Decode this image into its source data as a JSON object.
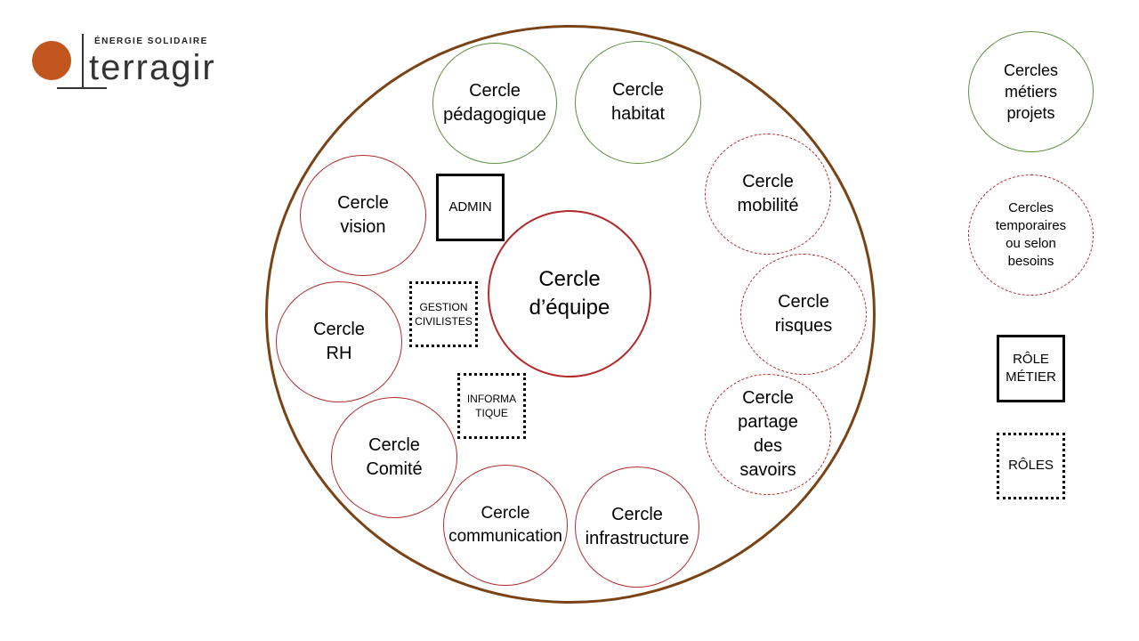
{
  "logo": {
    "subtitle": "ÉNERGIE SOLIDAIRE",
    "name": "terragir",
    "colors": {
      "dot": "#c0561e",
      "line": "#333333"
    }
  },
  "diagram": {
    "outer_color": "#7a4316",
    "center": "Cercle\nd’équipe",
    "circles": {
      "pedagogique": "Cercle\npédagogique",
      "habitat": "Cercle\nhabitat",
      "mobilite": "Cercle\nmobilité",
      "risques": "Cercle\nrisques",
      "partage": "Cercle\npartage\ndes\nsavoirs",
      "infrastructure": "Cercle\ninfrastructure",
      "communication": "Cercle\ncommunication",
      "comite": "Cercle\nComité",
      "rh": "Cercle\nRH",
      "vision": "Cercle\nvision"
    },
    "roles": {
      "admin": "ADMIN",
      "gestion": "GESTION\nCIVILISTES",
      "informatique": "INFORMA\nTIQUE"
    }
  },
  "legend": {
    "projects": "Cercles\nmétiers\nprojets",
    "temporary": "Cercles\ntemporaires\nou selon\nbesoins",
    "role_metier": "RÔLE\nMÉTIER",
    "roles": "RÔLES"
  }
}
